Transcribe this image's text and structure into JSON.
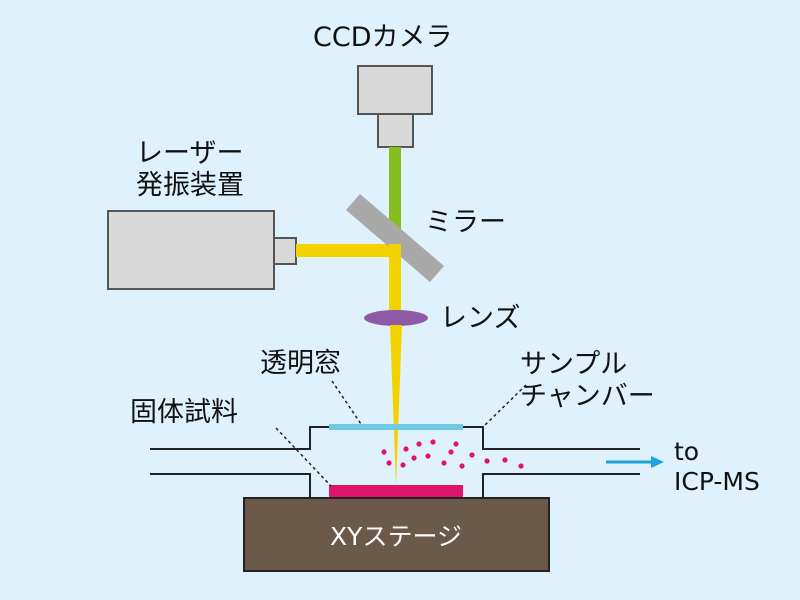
{
  "labels": {
    "ccd_camera": "CCDカメラ",
    "laser_line1": "レーザー",
    "laser_line2": "発振装置",
    "mirror": "ミラー",
    "lens": "レンズ",
    "window": "透明窓",
    "solid_sample": "固体試料",
    "chamber_line1": "サンプル",
    "chamber_line2": "チャンバー",
    "to_line1": "to",
    "to_line2": "ICP-MS",
    "stage": "XYステージ"
  },
  "colors": {
    "background": "#dff1fb",
    "device_fill": "#d9d9d9",
    "device_stroke": "#555555",
    "laser_beam": "#f2d300",
    "camera_beam": "#86bd1f",
    "mirror": "#a9a9a9",
    "lens": "#8e5aa6",
    "window": "#6ec9e6",
    "sample": "#e0136f",
    "particles": "#e0136f",
    "stage": "#6b5a4a",
    "arrow": "#1da3dc",
    "line": "#222222"
  },
  "icons": {
    "flow_arrow": "arrow-right-icon"
  }
}
